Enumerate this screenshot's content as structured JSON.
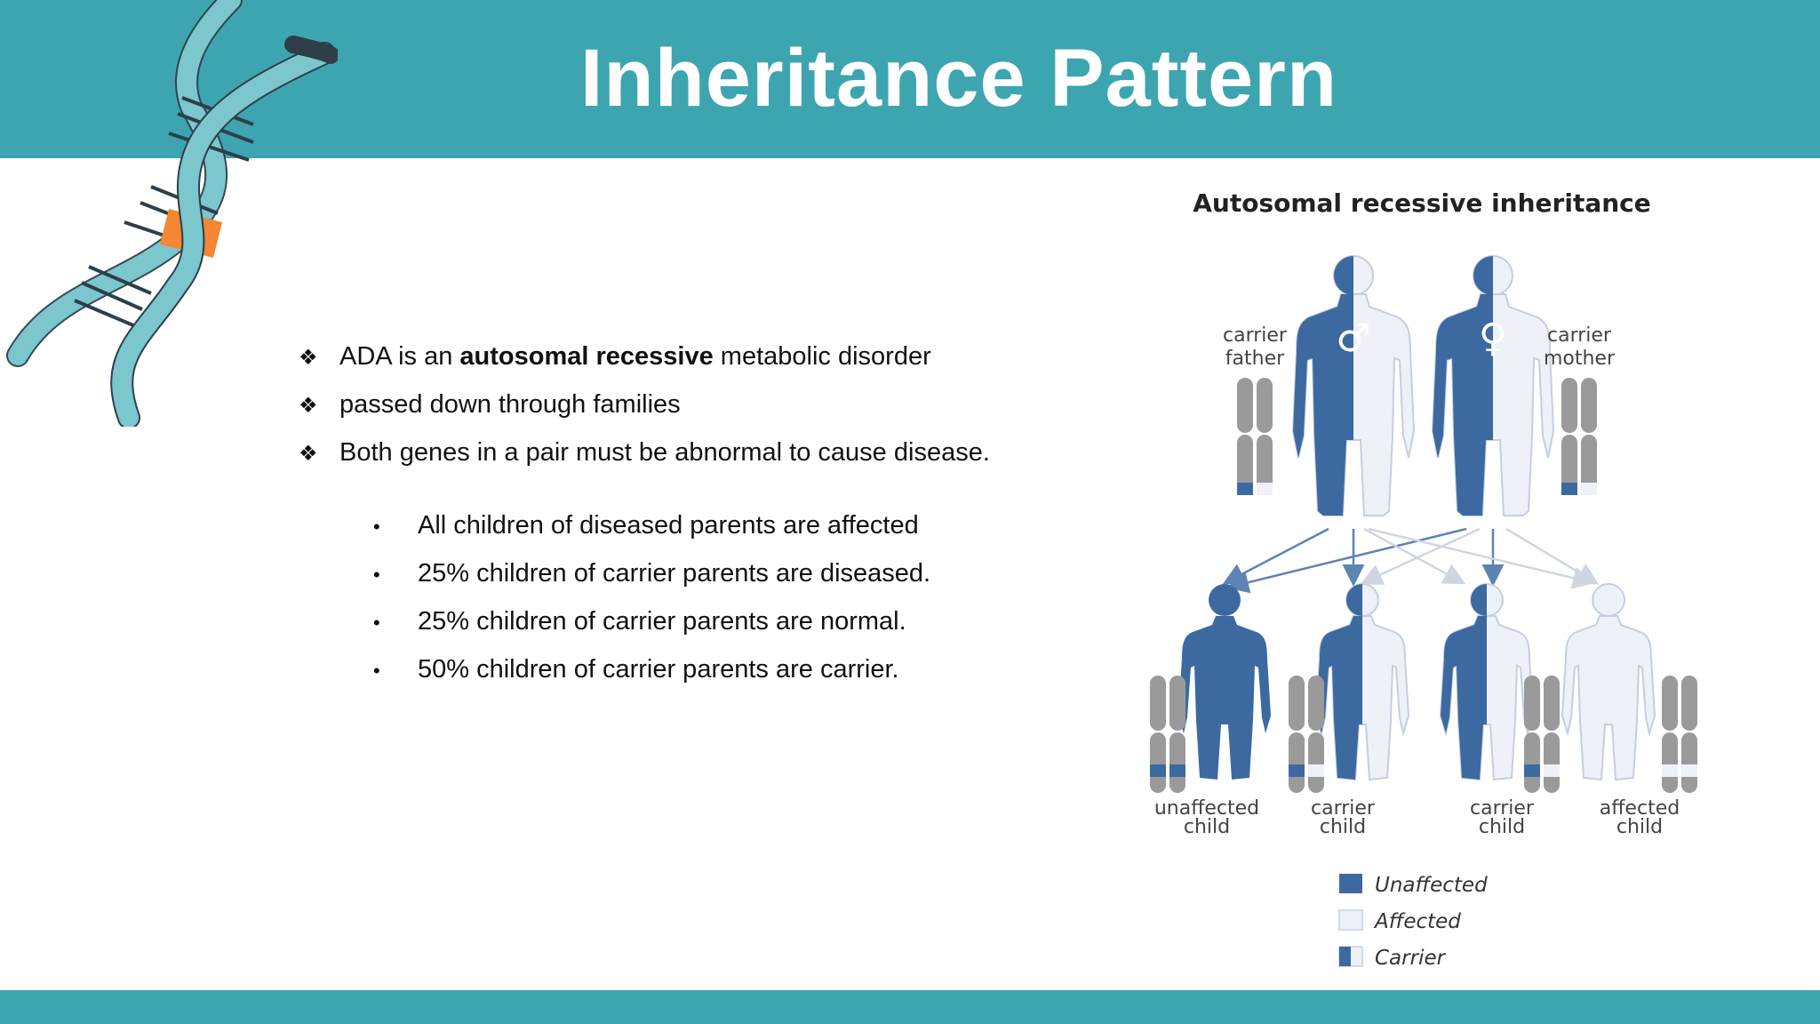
{
  "slide": {
    "title": "Inheritance Pattern"
  },
  "bullets": [
    {
      "pre": "ADA is an ",
      "bold": "autosomal recessive",
      "post": " metabolic disorder"
    },
    {
      "pre": "passed down through families",
      "bold": "",
      "post": ""
    },
    {
      "pre": "Both genes in a pair must be abnormal to cause disease.",
      "bold": "",
      "post": ""
    }
  ],
  "sub_bullets": [
    "All children of diseased parents are affected",
    "25% children of carrier parents are diseased.",
    "25% children of carrier parents are normal.",
    "50% children of carrier parents are carrier."
  ],
  "diagram": {
    "title": "Autosomal recessive inheritance",
    "father": {
      "line1": "carrier",
      "line2": "father"
    },
    "mother": {
      "line1": "carrier",
      "line2": "mother"
    },
    "children": [
      {
        "line1": "unaffected",
        "line2": "child"
      },
      {
        "line1": "carrier",
        "line2": "child"
      },
      {
        "line1": "carrier",
        "line2": "child"
      },
      {
        "line1": "affected",
        "line2": "child"
      }
    ],
    "legend": [
      "Unaffected",
      "Affected",
      "Carrier"
    ]
  },
  "colors": {
    "teal": "#3da5b0",
    "blue": "#3c6aa0",
    "light": "#eef1f7",
    "grey": "#9a9a9a",
    "orange": "#f58634"
  }
}
